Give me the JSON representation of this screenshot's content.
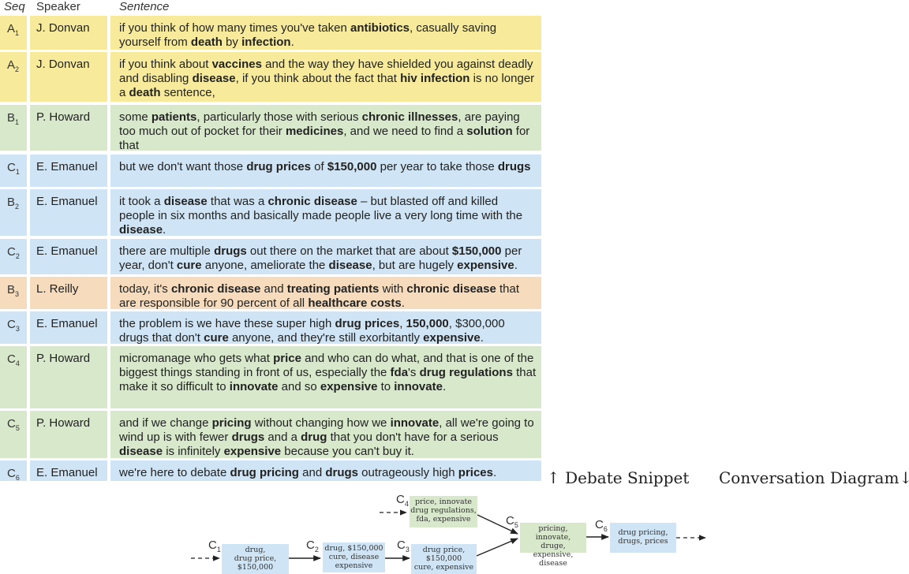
{
  "headers": {
    "seq": "Seq",
    "speaker": "Speaker",
    "sentence": "Sentence"
  },
  "rows": [
    {
      "seq": "A",
      "sub": "1",
      "speaker": "J. Donvan",
      "color": "#f7eb9b",
      "html": "if you think of how many times you've taken <b>antibiotics</b>, casually saving yourself from <b>death</b> by <b>infection</b>."
    },
    {
      "seq": "A",
      "sub": "2",
      "speaker": "J. Donvan",
      "color": "#f7eb9b",
      "html": "if you think about <b>vaccines</b> and the way they have shielded you against deadly and disabling <b>disease</b>, if you think about the fact that <b>hiv infection</b> is no longer a <b>death</b> sentence,"
    },
    {
      "seq": "B",
      "sub": "1",
      "speaker": "P. Howard",
      "color": "#d8e8cb",
      "html": "some <b>patients</b>, particularly those with serious <b>chronic illnesses</b>, are paying too much out of pocket for their <b>medicines</b>, and we need to find a <b>solution</b> for that"
    },
    {
      "seq": "C",
      "sub": "1",
      "speaker": "E. Emanuel",
      "color": "#cfe4f4",
      "html": "but we don't want those <b>drug prices</b> of <b>$150,000</b> per year to take those <b>drugs</b>"
    },
    {
      "seq": "B",
      "sub": "2",
      "speaker": "E. Emanuel",
      "color": "#cfe4f4",
      "html": "it took a <b>disease</b> that was a <b>chronic disease</b> – but blasted off and killed people in six months and basically made people live a very long time with the <b>disease</b>."
    },
    {
      "seq": "C",
      "sub": "2",
      "speaker": "E. Emanuel",
      "color": "#cfe4f4",
      "html": "there are multiple <b>drugs</b> out there on the market that are about <b>$150,000</b> per year, don't <b>cure</b> anyone, ameliorate the <b>disease</b>, but are hugely <b>expensive</b>."
    },
    {
      "seq": "B",
      "sub": "3",
      "speaker": "L. Reilly",
      "color": "#f6dcbd",
      "html": "today, it's <b>chronic disease</b> and <b>treating patients</b> with <b>chronic disease</b> that are responsible for 90 percent of all <b>healthcare costs</b>."
    },
    {
      "seq": "C",
      "sub": "3",
      "speaker": "E. Emanuel",
      "color": "#cfe4f4",
      "html": "the problem is we have these super high <b>drug prices</b>, <b>150,000</b>, $300,000 drugs that don't <b>cure</b> anyone, and they're still exorbitantly <b>expensive</b>."
    },
    {
      "seq": "C",
      "sub": "4",
      "speaker": "P. Howard",
      "color": "#d8e8cb",
      "html": "micromanage who gets what <b>price</b> and who can do what, and that is one of the biggest things standing in front of us, especially the <b>fda</b>'s <b>drug regulations</b> that make it so difficult to <b>innovate</b> and so <b>expensive</b> to <b>innovate</b>."
    },
    {
      "seq": "C",
      "sub": "5",
      "speaker": "P. Howard",
      "color": "#d8e8cb",
      "html": "and if we change <b>pricing</b> without changing how we <b>innovate</b>, all we're going to wind up is with fewer <b>drugs</b> and a <b>drug</b> that you don't have for a serious <b>disease</b> is infinitely <b>expensive</b> because you can't buy it."
    },
    {
      "seq": "C",
      "sub": "6",
      "speaker": "E. Emanuel",
      "color": "#cfe4f4",
      "html": "we're here to debate <b>drug pricing</b> and <b>drugs</b> outrageously high <b>prices</b>."
    }
  ],
  "captions": {
    "left": "↑ Debate Snippet",
    "right": "Conversation Diagram↓"
  },
  "diagram": {
    "nodes": [
      {
        "id": "C1",
        "seq": "C",
        "sub": "1",
        "lines": [
          "drug,",
          "drug price,",
          "$150,000"
        ],
        "color": "#cfe4f4"
      },
      {
        "id": "C2",
        "seq": "C",
        "sub": "2",
        "lines": [
          "drug, $150,000",
          "cure, disease",
          "expensive"
        ],
        "color": "#cfe4f4"
      },
      {
        "id": "C3",
        "seq": "C",
        "sub": "3",
        "lines": [
          "drug price,",
          "$150,000",
          "cure, expensive"
        ],
        "color": "#cfe4f4"
      },
      {
        "id": "C4",
        "seq": "C",
        "sub": "4",
        "lines": [
          "price, innovate",
          "drug regulations,",
          "fda, expensive"
        ],
        "color": "#d8e8cb"
      },
      {
        "id": "C5",
        "seq": "C",
        "sub": "5",
        "lines": [
          "pricing, innovate,",
          "druge, expensive,",
          "disease"
        ],
        "color": "#d8e8cb"
      },
      {
        "id": "C6",
        "seq": "C",
        "sub": "6",
        "lines": [
          "drug pricing,",
          "drugs, prices"
        ],
        "color": "#cfe4f4"
      }
    ],
    "edges": [
      {
        "from": "C1",
        "to": "C2"
      },
      {
        "from": "C2",
        "to": "C3"
      },
      {
        "from": "C3",
        "to": "C5"
      },
      {
        "from": "C4",
        "to": "C5"
      },
      {
        "from": "C5",
        "to": "C6"
      }
    ]
  }
}
